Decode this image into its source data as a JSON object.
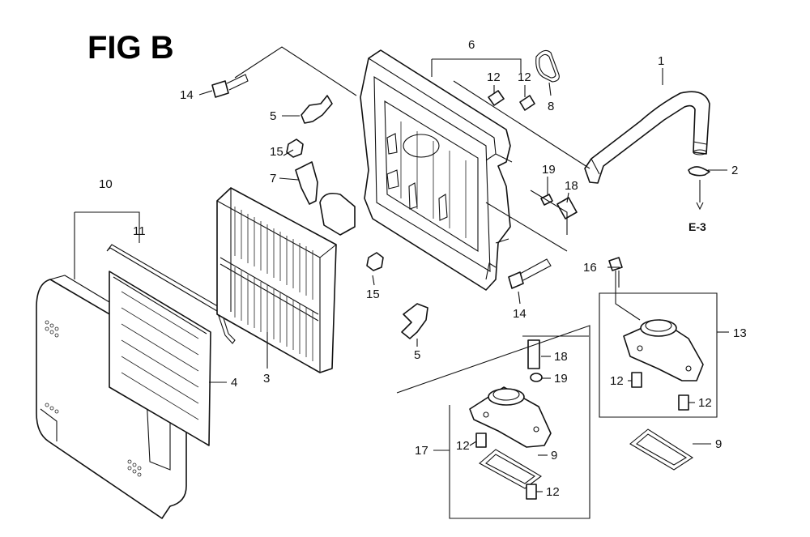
{
  "figure": {
    "title": "FIG B",
    "reference": "E-3"
  },
  "callouts": {
    "c1": "1",
    "c2": "2",
    "c3": "3",
    "c4": "4",
    "c5a": "5",
    "c5b": "5",
    "c6": "6",
    "c7": "7",
    "c8": "8",
    "c9a": "9",
    "c9b": "9",
    "c10": "10",
    "c11": "11",
    "c12a": "12",
    "c12b": "12",
    "c12c": "12",
    "c12d": "12",
    "c12e": "12",
    "c12f": "12",
    "c13": "13",
    "c14a": "14",
    "c14b": "14",
    "c15a": "15",
    "c15b": "15",
    "c16": "16",
    "c17": "17",
    "c18a": "18",
    "c18b": "18",
    "c19a": "19",
    "c19b": "19"
  }
}
